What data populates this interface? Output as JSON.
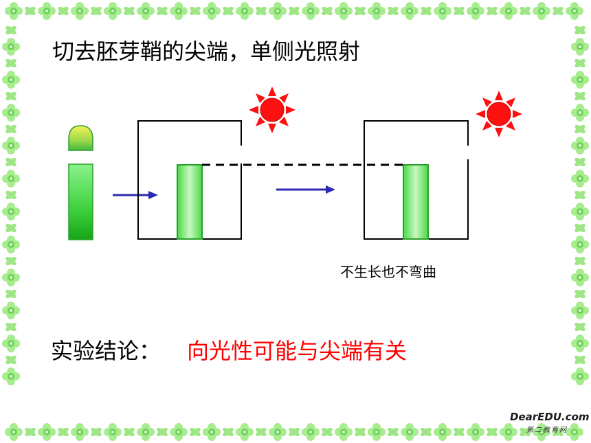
{
  "slide": {
    "title": "切去胚芽鞘的尖端，单侧光照射",
    "caption": "不生长也不弯曲",
    "conclusion_label": "实验结论：",
    "conclusion_value": "向光性可能与尖端有关"
  },
  "watermark": {
    "main": "DearEDU.com",
    "sub": "第二教育网"
  },
  "colors": {
    "border_green": "#8fe07a",
    "coleoptile_green": "#3fd13f",
    "arrow_blue": "#2a2ab0",
    "sun_red": "#ff1010",
    "conclusion_red": "#ff0000"
  },
  "icons": [
    "sun-icon",
    "arrow-right-icon",
    "flower-border"
  ]
}
